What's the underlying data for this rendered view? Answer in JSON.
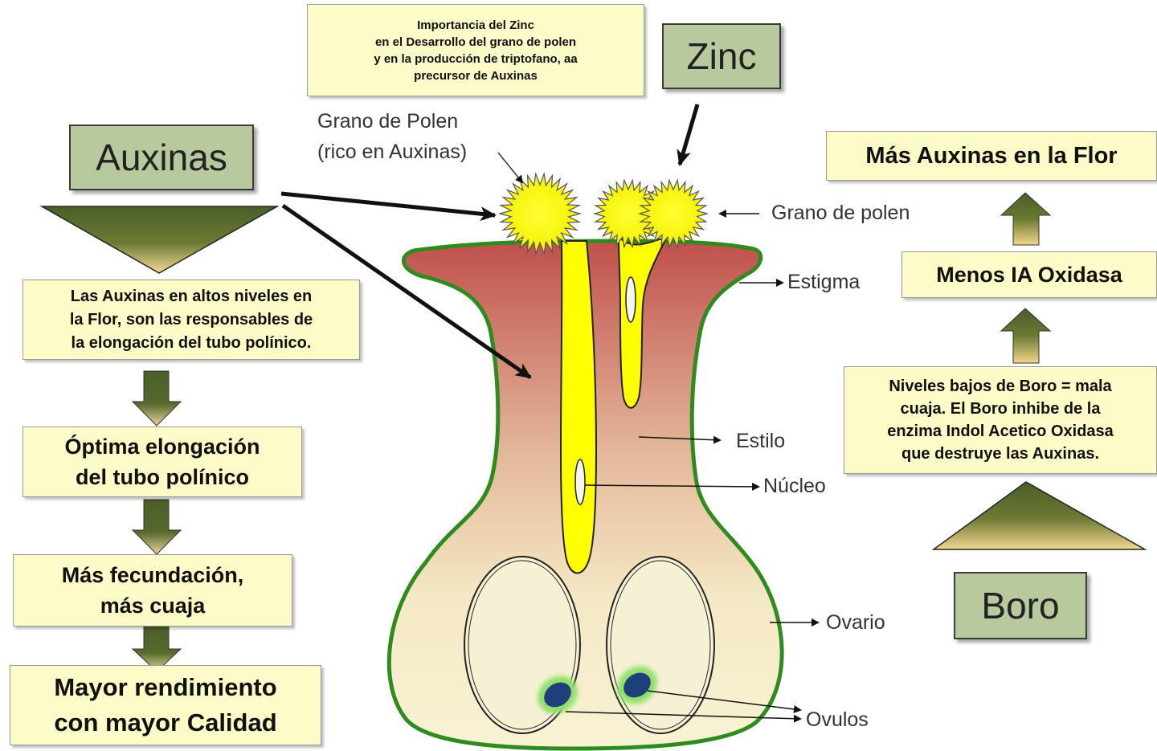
{
  "zinc_note": {
    "line1": "Importancia del Zinc",
    "line2": "en el Desarrollo del grano de polen",
    "line3": "y en la producción  de triptofano, aa",
    "line4": "precursor  de Auxinas"
  },
  "zinc": "Zinc",
  "auxinas": "Auxinas",
  "boro": "Boro",
  "left_flow": {
    "desc_line1": "Las Auxinas en altos niveles en",
    "desc_line2": "la Flor, son las responsables de",
    "desc_line3": "la elongación del tubo polínico.",
    "optima_line1": "Óptima  elongación",
    "optima_line2": "del tubo polínico",
    "fecundacion_line1": "Más fecundación,",
    "fecundacion_line2": "más cuaja",
    "rendimiento_line1": "Mayor rendimiento",
    "rendimiento_line2": "con mayor Calidad"
  },
  "right_flow": {
    "mas_auxinas": "Más Auxinas en la Flor",
    "menos_ia": "Menos IA Oxidasa",
    "boro_line1": "Niveles bajos de Boro = mala",
    "boro_line2": "cuaja. El Boro inhibe de la",
    "boro_line3": "enzima Indol Acetico Oxidasa",
    "boro_line4": "que destruye las Auxinas."
  },
  "flower_labels": {
    "polen_rico_line1": "Grano de Polen",
    "polen_rico_line2": "(rico en Auxinas)",
    "grano_polen": "Grano de polen",
    "estigma": "Estigma",
    "estilo": "Estilo",
    "nucleo": "Núcleo",
    "ovario": "Ovario",
    "ovulos": "Ovulos"
  },
  "colors": {
    "box_yellow": "#fdfbc8",
    "box_green": "#b8c99e",
    "arrow_green": "#4a5e28",
    "flower_top": "#c0504d",
    "flower_bottom": "#f7f0cc",
    "flower_border": "#2e8b1e",
    "pollen": "#ffff00",
    "ovule": "#1f3f7a"
  }
}
